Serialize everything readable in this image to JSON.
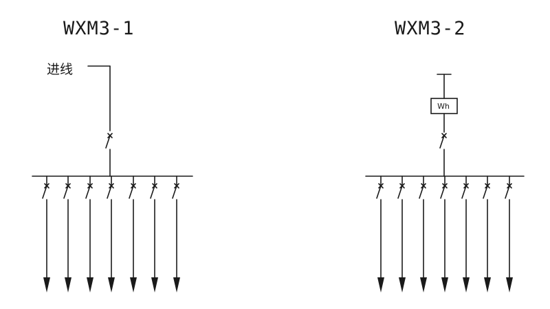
{
  "panels": [
    {
      "title": "WXM3-1",
      "incoming_label": "进线",
      "meter_label": "",
      "outgoing_circuits": 7
    },
    {
      "title": "WXM3-2",
      "incoming_label": "",
      "meter_label": "Wh",
      "outgoing_circuits": 7
    }
  ],
  "colors": {
    "line": "#1a1a1a",
    "background": "#ffffff"
  }
}
